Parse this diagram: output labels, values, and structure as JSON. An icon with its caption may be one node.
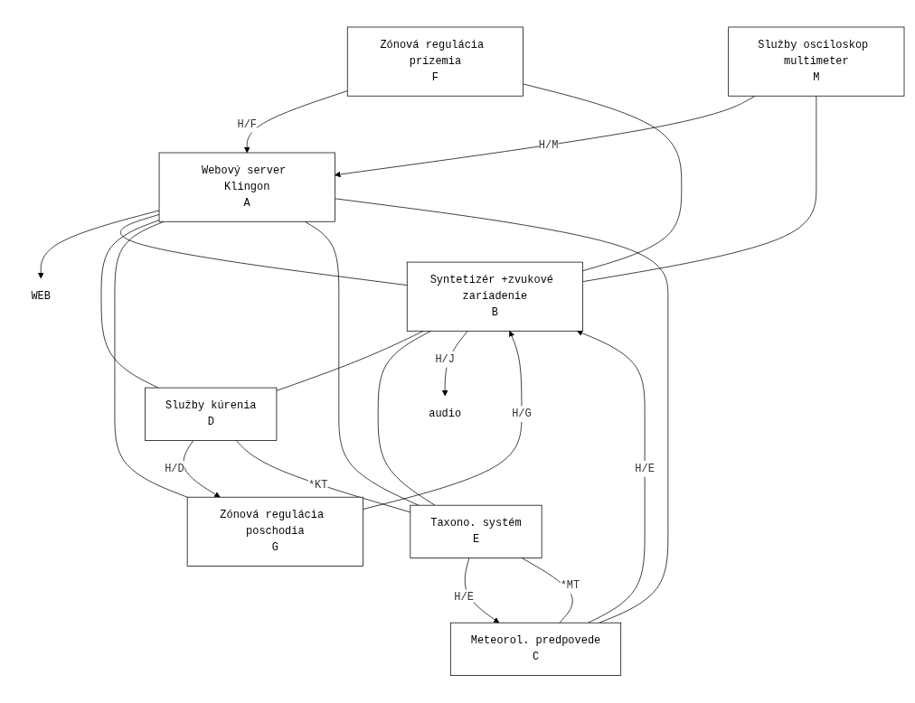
{
  "diagram": {
    "nodes": [
      {
        "text": [
          "WEB"
        ]
      },
      {
        "text": [
          "Zónová regulácia prízemia",
          "F"
        ]
      },
      {
        "text": [
          "Webový server Klingon",
          "A"
        ]
      },
      {
        "text": [
          "Služby osciloskop multimeter",
          "M"
        ]
      },
      {
        "text": [
          "Zónová regulácia poschodia",
          "G"
        ]
      },
      {
        "text": [
          "Syntetizér +zvukové zariadenie",
          "B"
        ]
      },
      {
        "text": [
          "Meteorol. predpovede",
          "C"
        ]
      },
      {
        "text": [
          "audio"
        ]
      },
      {
        "text": [
          "Služby kúrenia",
          "D"
        ]
      },
      {
        "text": [
          "Taxono. systém",
          "E"
        ]
      }
    ],
    "edges": [
      {
        "from": 2,
        "to": 0,
        "arrow": "to"
      },
      {
        "from": 8,
        "to": 2,
        "arrow": "none"
      },
      {
        "from": 9,
        "to": 2,
        "arrow": "none"
      },
      {
        "from": 4,
        "to": 2,
        "arrow": "none"
      },
      {
        "from": 6,
        "to": 2,
        "arrow": "none"
      },
      {
        "from": 1,
        "to": 2,
        "arrow": "to",
        "label": "H/F"
      },
      {
        "from": 3,
        "to": 2,
        "arrow": "to",
        "label": "H/M"
      },
      {
        "from": 1,
        "to": 5,
        "arrow": "none"
      },
      {
        "from": 2,
        "to": 5,
        "arrow": "none"
      },
      {
        "from": 3,
        "to": 5,
        "arrow": "none"
      },
      {
        "from": 4,
        "to": 5,
        "arrow": "to",
        "label": "H/G"
      },
      {
        "from": 6,
        "to": 5,
        "arrow": "to",
        "label": "H/E"
      },
      {
        "from": 5,
        "to": 8,
        "arrow": "none"
      },
      {
        "from": 5,
        "to": 9,
        "arrow": "none"
      },
      {
        "from": 5,
        "to": 7,
        "arrow": "to",
        "label": "H/J"
      },
      {
        "from": 8,
        "to": 4,
        "arrow": "to",
        "label": "H/D"
      },
      {
        "from": 9,
        "to": 6,
        "arrow": "to",
        "label": "H/E"
      },
      {
        "from": 6,
        "to": 9,
        "arrow": "none",
        "label": "*MT"
      },
      {
        "from": 8,
        "to": 9,
        "arrow": "none",
        "label": "*KT"
      }
    ]
  }
}
